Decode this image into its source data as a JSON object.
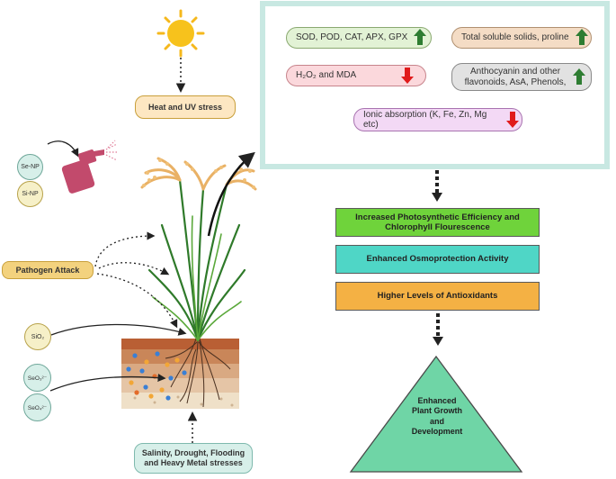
{
  "stress": {
    "heat_uv": "Heat and UV stress",
    "pathogen": "Pathogen Attack",
    "abiotic_line1": "Salinity, Drought, Flooding",
    "abiotic_line2": "and Heavy Metal stresses"
  },
  "nanoparticles": {
    "se_np": "Se-NP",
    "si_np": "Si-NP",
    "sio2": "SiO₂",
    "seo3": "SeO₃²⁻",
    "seo4": "SeO₄²⁻"
  },
  "responses": {
    "enzymes": "SOD, POD, CAT, APX, GPX",
    "soluble": "Total soluble solids, proline",
    "h2o2": "H₂O₂ and MDA",
    "anthocyanin_line1": "Anthocyanin and other",
    "anthocyanin_line2": "flavonoids, AsA, Phenols,",
    "ionic": "Ionic absorption (K, Fe, Zn, Mg etc)"
  },
  "effects": {
    "photosynthesis_line1": "Increased Photosynthetic Efficiency and",
    "photosynthesis_line2": "Chlorophyll Flourescence",
    "osmoprotection": "Enhanced Osmoprotection Activity",
    "antioxidants": "Higher Levels of Antioxidants"
  },
  "outcome": {
    "line1": "Enhanced",
    "line2": "Plant Growth",
    "line3": "and",
    "line4": "Development"
  },
  "colors": {
    "panel_border": "#c8e8e2",
    "up_arrow": "#2e7d32",
    "down_arrow": "#e01b1b",
    "green_bar": "#6fd33b",
    "teal_bar": "#4fd6c6",
    "orange_bar": "#f4b144",
    "triangle": "#6fd5a6"
  }
}
